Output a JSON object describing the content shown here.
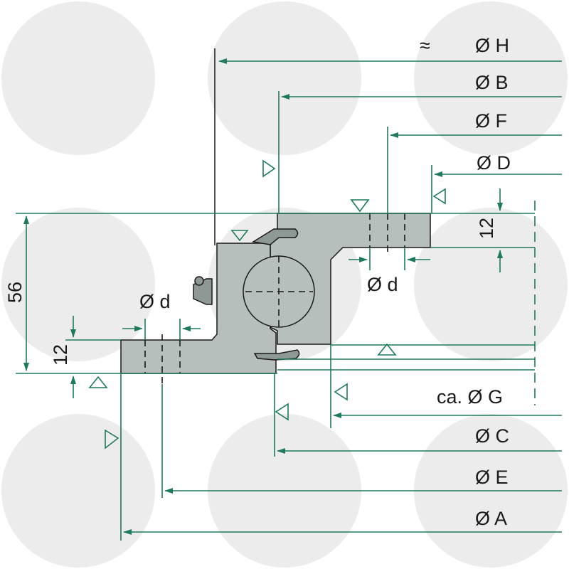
{
  "labels": {
    "approx": "≈",
    "dia_h": "Ø H",
    "dia_b": "Ø B",
    "dia_f": "Ø F",
    "dia_d_upper": "Ø D",
    "dim_top_thickness": "12",
    "hole_top": "Ø d",
    "height_total": "56",
    "hole_bottom": "Ø d",
    "dim_bottom_thickness": "12",
    "dia_g": "ca. Ø G",
    "dia_c": "Ø C",
    "dia_e": "Ø E",
    "dia_a": "Ø A"
  },
  "colors": {
    "dimension_line": "#1e7a5e",
    "part_fill": "#b6bfbb",
    "outline": "#1a1a1a",
    "background_circles": "#ececec"
  }
}
